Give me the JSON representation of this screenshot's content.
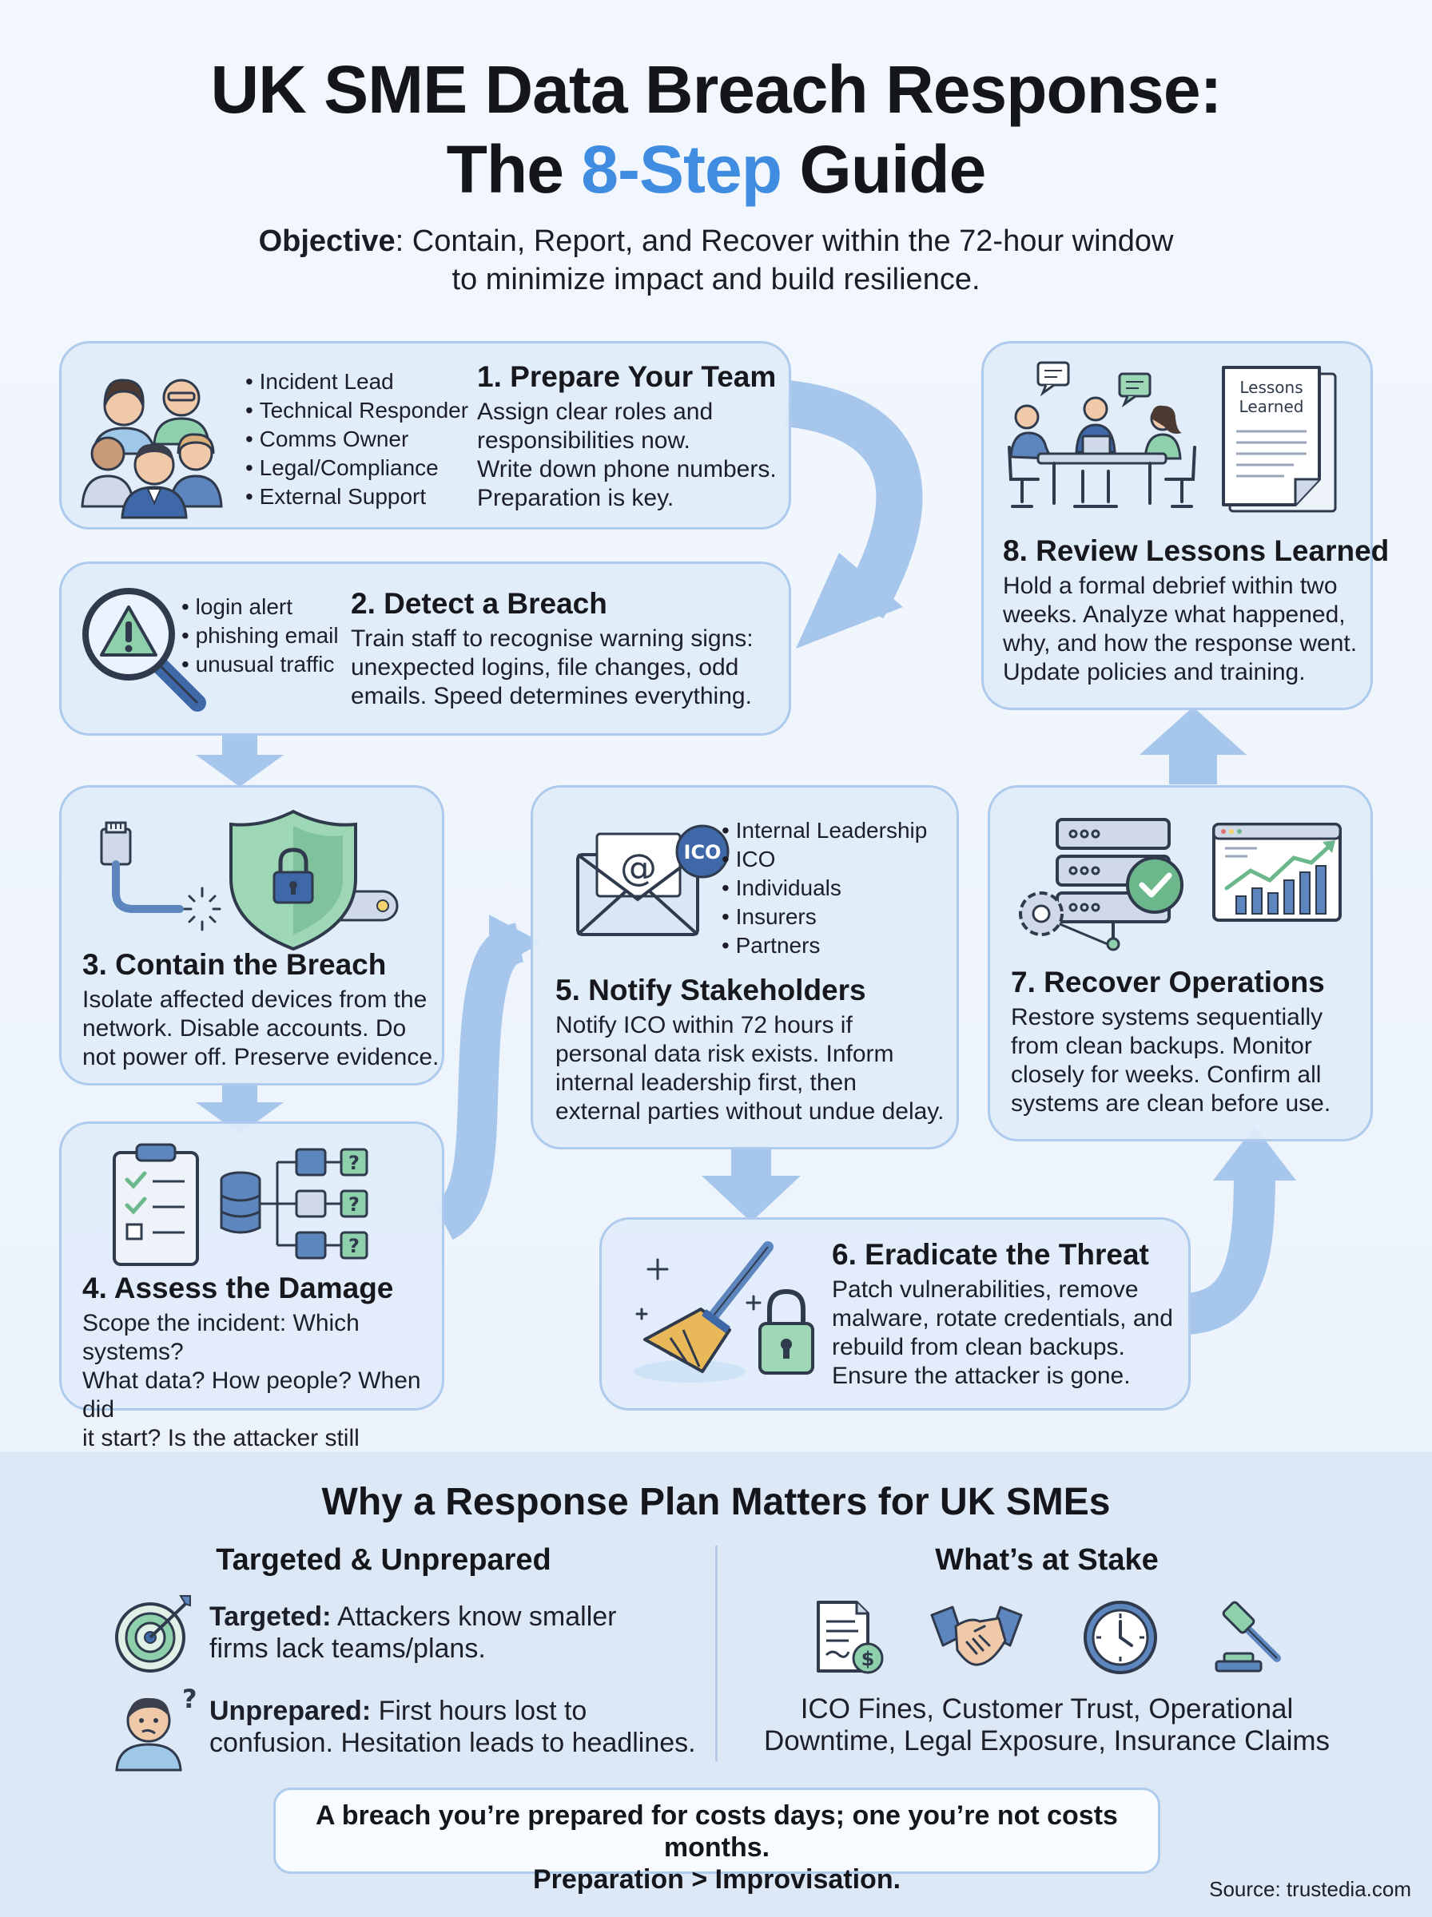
{
  "title": {
    "line1": "UK SME Data Breach Response:",
    "line2_prefix": "The ",
    "line2_accent": "8-Step",
    "line2_suffix": " Guide"
  },
  "subtitle": {
    "lead": "Objective",
    "line1_rest": ": Contain, Report, and Recover within the 72-hour window",
    "line2": "to minimize impact and build resilience."
  },
  "colors": {
    "accent": "#3f8ce0",
    "card_bg": "#e1ecfa",
    "card_border": "#aecaec",
    "arrow": "#a6c6ec",
    "green": "#7fc29b"
  },
  "steps": {
    "s1": {
      "title": "1. Prepare Your Team",
      "body": [
        "Assign clear roles and",
        "responsibilities now.",
        "Write down phone numbers.",
        "Preparation is key."
      ],
      "bullets": [
        "Incident Lead",
        "Technical Responder",
        "Comms Owner",
        "Legal/Compliance",
        "External Support"
      ],
      "icon": "team-icon"
    },
    "s2": {
      "title": "2. Detect a Breach",
      "body": [
        "Train staff to recognise warning signs:",
        "unexpected logins, file changes, odd",
        "emails. Speed determines everything."
      ],
      "bullets": [
        "login alert",
        "phishing email",
        "unusual traffic"
      ],
      "icon": "magnifier-warning-icon"
    },
    "s3": {
      "title": "3. Contain the Breach",
      "body": [
        "Isolate affected devices from the",
        "network. Disable accounts. Do",
        "not power off. Preserve evidence."
      ],
      "icon": "shield-lock-icon"
    },
    "s4": {
      "title": "4. Assess the Damage",
      "body": [
        "Scope the incident: Which systems?",
        "What data? How people? When did",
        "it start? Is the attacker still inside?"
      ],
      "icon": "checklist-database-icon"
    },
    "s5": {
      "title": "5. Notify Stakeholders",
      "body": [
        "Notify ICO within 72 hours if",
        "personal data risk exists. Inform",
        "internal leadership first, then",
        "external parties without undue delay."
      ],
      "bullets": [
        "Internal Leadership",
        "ICO",
        "Individuals",
        "Insurers",
        "Partners"
      ],
      "badge": "ICO",
      "icon": "email-icon"
    },
    "s6": {
      "title": "6. Eradicate the Threat",
      "body": [
        "Patch vulnerabilities, remove",
        "malware, rotate credentials, and",
        "rebuild from clean backups.",
        "Ensure the attacker is gone."
      ],
      "icon": "broom-lock-icon"
    },
    "s7": {
      "title": "7. Recover Operations",
      "body": [
        "Restore systems sequentially",
        "from clean backups. Monitor",
        "closely for weeks. Confirm all",
        "systems are clean before use."
      ],
      "icon": "server-chart-icon"
    },
    "s8": {
      "title": "8. Review Lessons Learned",
      "body": [
        "Hold a formal debrief within two",
        "weeks. Analyze what happened,",
        "why, and how the response went.",
        "Update policies and training."
      ],
      "doc_label": [
        "Lessons",
        "Learned"
      ],
      "icon": "meeting-document-icon"
    }
  },
  "why": {
    "heading": "Why a Response Plan Matters for UK SMEs",
    "left_heading": "Targeted & Unprepared",
    "targeted_label": "Targeted:",
    "targeted_text": [
      " Attackers know smaller",
      "firms lack teams/plans."
    ],
    "unprepared_label": "Unprepared:",
    "unprepared_text": [
      " First hours lost to",
      "confusion. Hesitation leads to headlines."
    ],
    "right_heading": "What’s at Stake",
    "stakes": [
      "ICO Fines, Customer Trust, Operational",
      "Downtime, Legal Exposure, Insurance Claims"
    ],
    "stake_icons": [
      "invoice-dollar-icon",
      "handshake-icon",
      "clock-icon",
      "gavel-icon"
    ]
  },
  "callout": {
    "line1": "A breach you’re prepared for costs days; one you’re not costs months.",
    "line2": "Preparation > Improvisation."
  },
  "source": "Source: trustedia.com"
}
